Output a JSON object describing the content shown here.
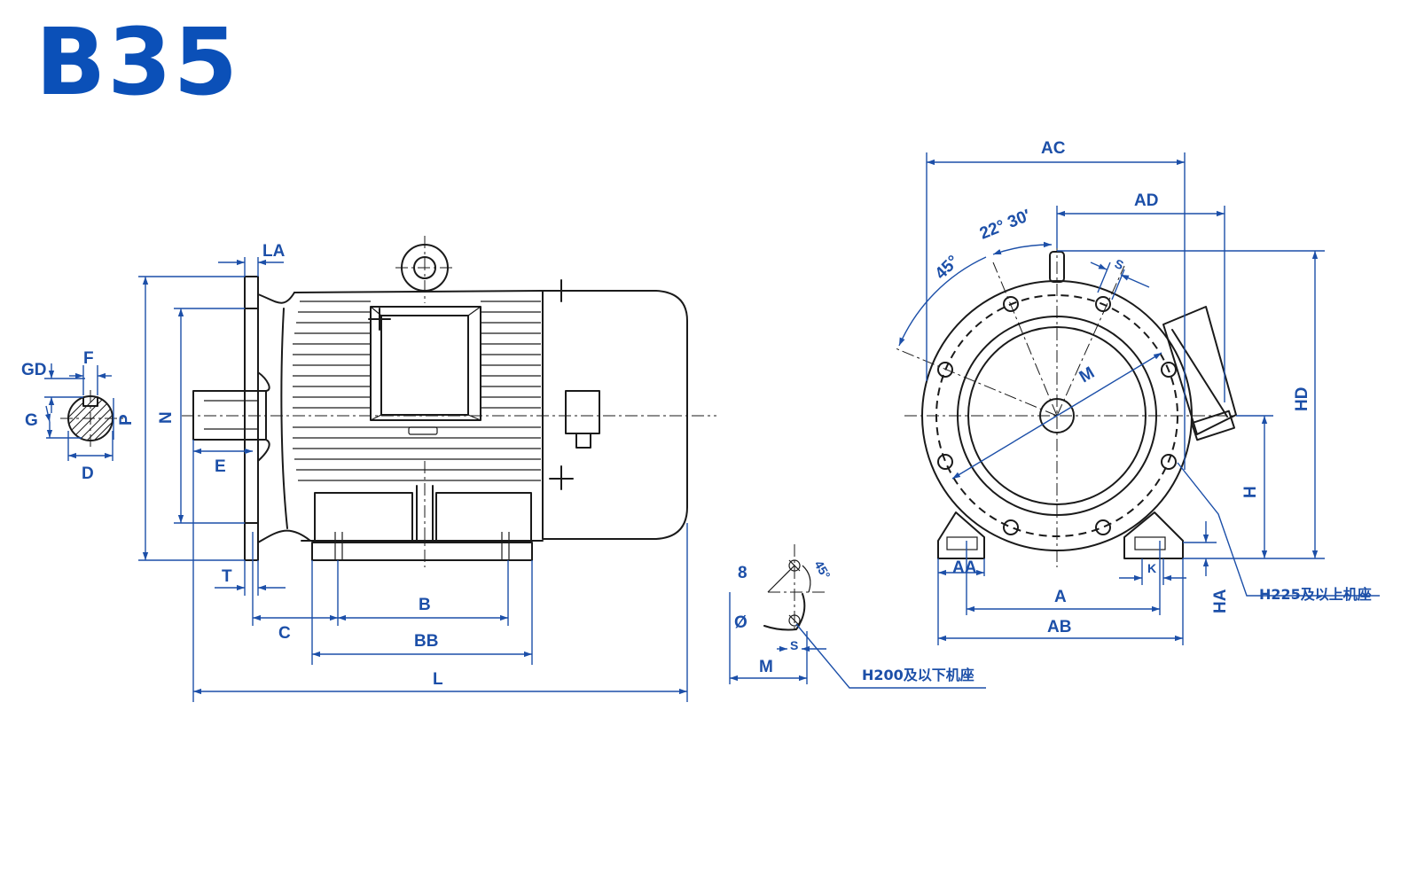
{
  "title": "B35",
  "accent_color": "#0b50b8",
  "dimension_color": "#1c4fa8",
  "line_color": "#1a1a1a",
  "shaft_section": {
    "gd": "GD",
    "f": "F",
    "g": "G",
    "p": "P",
    "d": "D"
  },
  "side_view": {
    "la": "LA",
    "n": "N",
    "e": "E",
    "t": "T",
    "c": "C",
    "b": "B",
    "bb": "BB",
    "l": "L"
  },
  "small_detail": {
    "eight": "8",
    "angle": "45°",
    "phi": "Ø",
    "s": "S",
    "m": "M",
    "note": "H200及以下机座"
  },
  "end_view": {
    "ac": "AC",
    "ad": "AD",
    "angle1": "22° 30′",
    "angle2": "45°",
    "s": "S",
    "m": "M",
    "hd": "HD",
    "h": "H",
    "aa": "AA",
    "k": "K",
    "a": "A",
    "ab": "AB",
    "ha": "HA",
    "note": "H225及以上机座"
  }
}
